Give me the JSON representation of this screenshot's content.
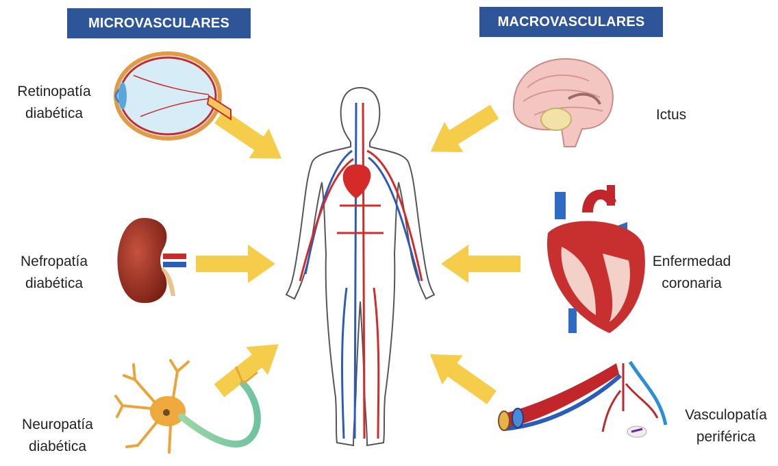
{
  "headers": {
    "micro": "MICROVASCULARES",
    "macro": "MACROVASCULARES"
  },
  "complications": {
    "retinopathy": {
      "line1": "Retinopatía",
      "line2": "diabética",
      "icon": "eye-icon"
    },
    "nephropathy": {
      "line1": "Nefropatía",
      "line2": "diabética",
      "icon": "kidney-icon"
    },
    "neuropathy": {
      "line1": "Neuropatía",
      "line2": "diabética",
      "icon": "neuron-icon"
    },
    "stroke": {
      "line1": "Ictus",
      "icon": "brain-icon"
    },
    "coronary": {
      "line1": "Enfermedad",
      "line2": "coronaria",
      "icon": "heart-icon"
    },
    "peripheral": {
      "line1": "Vasculopatía",
      "line2": "periférica",
      "icon": "blood-vessels-icon"
    }
  },
  "center": {
    "icon": "circulatory-system-icon"
  },
  "colors": {
    "header_bg": "#2e5597",
    "arrow": "#f6cd4a",
    "artery": "#d42a2a",
    "vein": "#2a5cb8"
  }
}
